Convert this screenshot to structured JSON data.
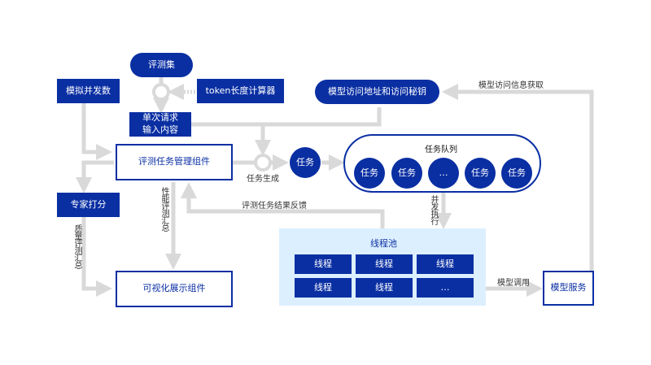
{
  "nodes": {
    "eval_set": "评测集",
    "concurrency": "模拟并发数",
    "token_calc": "token长度计算器",
    "single_request": "单次请求\n输入内容",
    "model_access": "模型访问地址和访问秘钥",
    "task_manager": "评测任务管理组件",
    "task": "任务",
    "expert": "专家打分",
    "visualization": "可视化展示组件",
    "model_service": "模型服务"
  },
  "queue": {
    "title": "任务队列",
    "items": [
      "任务",
      "任务",
      "…",
      "任务",
      "任务"
    ]
  },
  "pool": {
    "title": "线程池",
    "cells": [
      "线程",
      "线程",
      "线程",
      "线程",
      "线程",
      "…"
    ]
  },
  "labels": {
    "model_info": "模型访问信息获取",
    "task_gen": "任务生成",
    "feedback": "评测任务结果反馈",
    "perf_summary": "性能评测汇总",
    "quality_summary": "质量评测汇总",
    "concurrent_exec": "并发执行",
    "model_call": "模型调用"
  },
  "colors": {
    "primary": "#0a2fa3",
    "arrow": "#d9d9d9",
    "pool_bg": "#dcefff"
  }
}
